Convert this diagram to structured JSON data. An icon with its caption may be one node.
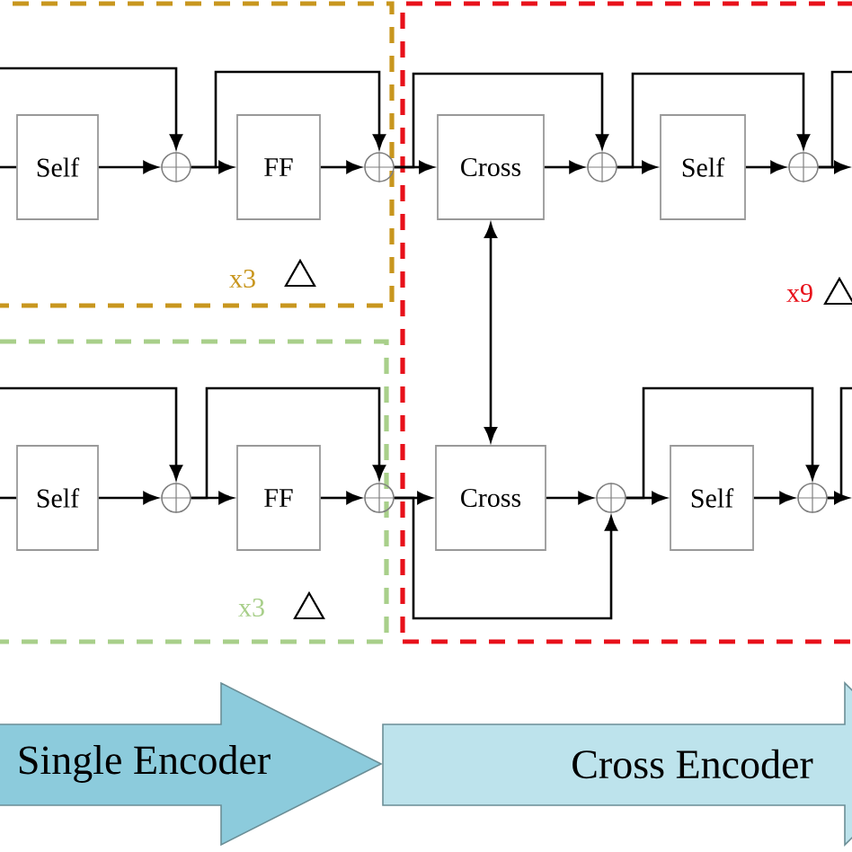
{
  "diagram": {
    "nodes": [
      {
        "text": [
          "x3"
        ]
      },
      {
        "text": [
          "Self"
        ],
        "in": 0
      },
      {
        "text": [],
        "shape": "circle",
        "in": 0
      },
      {
        "text": [
          "FF"
        ],
        "in": 0
      },
      {
        "text": [],
        "shape": "circle",
        "in": 0
      },
      {
        "text": [
          "x3"
        ]
      },
      {
        "text": [
          "Self"
        ],
        "in": 5
      },
      {
        "text": [],
        "shape": "circle",
        "in": 5
      },
      {
        "text": [
          "FF"
        ],
        "in": 5
      },
      {
        "text": [],
        "shape": "circle",
        "in": 5
      },
      {
        "text": [
          "x9"
        ]
      },
      {
        "text": [
          "Cross"
        ],
        "in": 10
      },
      {
        "text": [],
        "shape": "circle",
        "in": 10
      },
      {
        "text": [
          "Self"
        ],
        "in": 10
      },
      {
        "text": [],
        "shape": "circle",
        "in": 10
      },
      {
        "text": [
          "Cross"
        ],
        "in": 10
      },
      {
        "text": [],
        "shape": "circle",
        "in": 10
      },
      {
        "text": [
          "Self"
        ],
        "in": 10
      },
      {
        "text": [],
        "shape": "circle",
        "in": 10
      },
      {
        "text": [
          "Single Encoder"
        ]
      },
      {
        "text": [
          "Cross Encoder"
        ]
      }
    ],
    "edges": [
      {
        "from": null,
        "to": 1,
        "arrow": "none"
      },
      {
        "from": null,
        "to": 2,
        "arrow": "to"
      },
      {
        "from": 1,
        "to": 2,
        "arrow": "to"
      },
      {
        "from": 2,
        "to": 3,
        "arrow": "to"
      },
      {
        "from": 2,
        "to": 4,
        "arrow": "to"
      },
      {
        "from": 3,
        "to": 4,
        "arrow": "to"
      },
      {
        "from": 4,
        "to": 11,
        "arrow": "to"
      },
      {
        "from": 4,
        "to": 12,
        "arrow": "to"
      },
      {
        "from": 11,
        "to": 12,
        "arrow": "to"
      },
      {
        "from": 12,
        "to": 13,
        "arrow": "to"
      },
      {
        "from": 12,
        "to": 14,
        "arrow": "to"
      },
      {
        "from": 13,
        "to": 14,
        "arrow": "to"
      },
      {
        "from": 14,
        "to": null,
        "arrow": "to"
      },
      {
        "from": 14,
        "to": null,
        "arrow": "none"
      },
      {
        "from": null,
        "to": 6,
        "arrow": "none"
      },
      {
        "from": null,
        "to": 7,
        "arrow": "to"
      },
      {
        "from": 6,
        "to": 7,
        "arrow": "to"
      },
      {
        "from": 7,
        "to": 8,
        "arrow": "to"
      },
      {
        "from": 7,
        "to": 9,
        "arrow": "to"
      },
      {
        "from": 8,
        "to": 9,
        "arrow": "to"
      },
      {
        "from": 9,
        "to": 15,
        "arrow": "to"
      },
      {
        "from": 9,
        "to": 16,
        "arrow": "to"
      },
      {
        "from": 15,
        "to": 16,
        "arrow": "to"
      },
      {
        "from": 16,
        "to": 17,
        "arrow": "to"
      },
      {
        "from": 16,
        "to": 18,
        "arrow": "to"
      },
      {
        "from": 17,
        "to": 18,
        "arrow": "to"
      },
      {
        "from": 18,
        "to": null,
        "arrow": "to"
      },
      {
        "from": 18,
        "to": null,
        "arrow": "none"
      },
      {
        "from": 11,
        "to": 15,
        "arrow": "both"
      }
    ]
  }
}
